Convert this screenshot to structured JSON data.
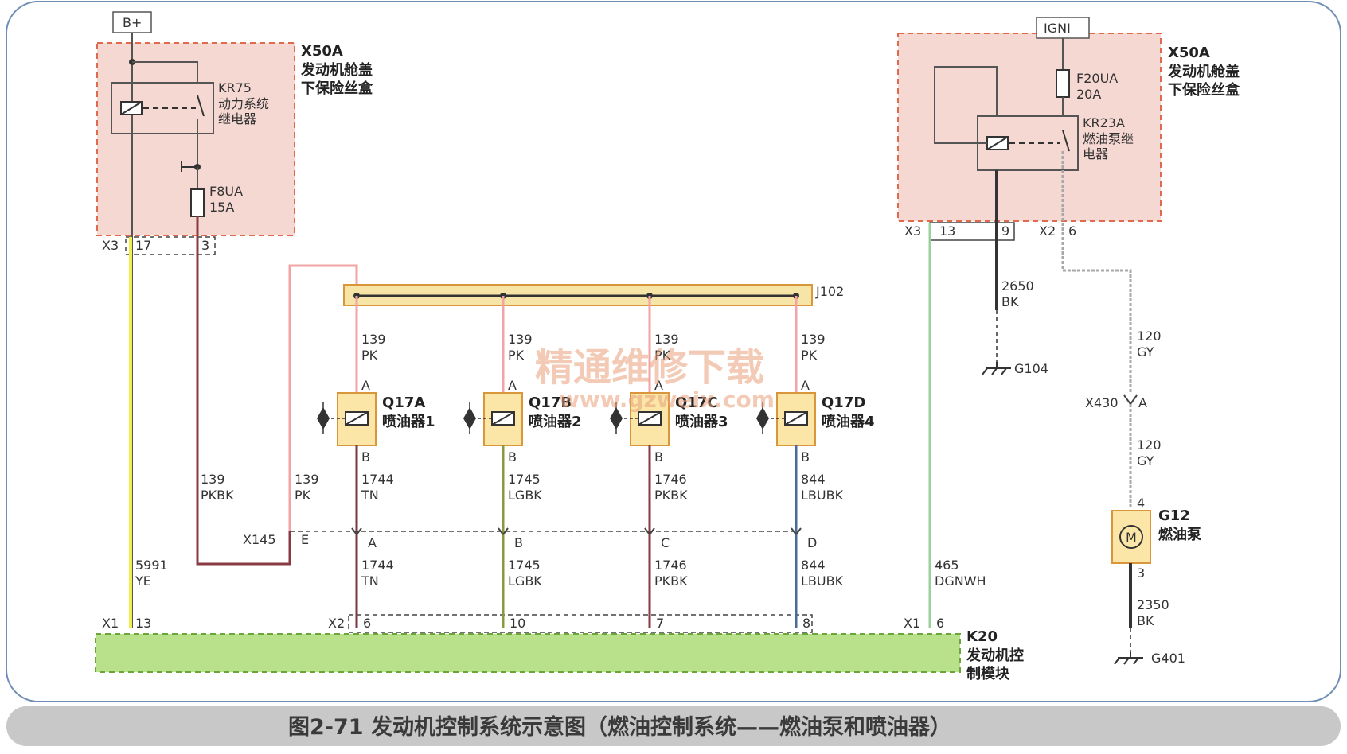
{
  "fuse_box_left": {
    "supply": "B+",
    "id": "X50A",
    "name_line1": "发动机舱盖",
    "name_line2": "下保险丝盒",
    "relay_id": "KR75",
    "relay_line1": "动力系统",
    "relay_line2": "继电器",
    "fuse_id": "F8UA",
    "fuse_rating": "15A",
    "conn": "X3",
    "pin_a": "17",
    "pin_b": "3"
  },
  "fuse_box_right": {
    "supply": "IGNI",
    "id": "X50A",
    "name_line1": "发动机舱盖",
    "name_line2": "下保险丝盒",
    "fuse_id": "F20UA",
    "fuse_rating": "20A",
    "relay_id": "KR23A",
    "relay_line1": "燃油泵继",
    "relay_line2": "电器",
    "conn_a": "X3",
    "pin_a": "13",
    "pin_b": "9",
    "conn_b": "X2",
    "pin_c": "6"
  },
  "splice": "J102",
  "injectors": [
    {
      "id": "Q17A",
      "name": "喷油器1",
      "in_circuit": "139",
      "in_color": "PK",
      "pin_a": "A",
      "pin_b": "B",
      "out_circuit": "1744",
      "out_color": "TN",
      "x145_pin": "A",
      "low_circuit": "1744",
      "low_color": "TN",
      "x2_pin": "6"
    },
    {
      "id": "Q17B",
      "name": "喷油器2",
      "in_circuit": "139",
      "in_color": "PK",
      "pin_a": "A",
      "pin_b": "B",
      "out_circuit": "1745",
      "out_color": "LGBK",
      "x145_pin": "B",
      "low_circuit": "1745",
      "low_color": "LGBK",
      "x2_pin": "10"
    },
    {
      "id": "Q17C",
      "name": "喷油器3",
      "in_circuit": "139",
      "in_color": "PK",
      "pin_a": "A",
      "pin_b": "B",
      "out_circuit": "1746",
      "out_color": "PKBK",
      "x145_pin": "C",
      "low_circuit": "1746",
      "low_color": "PKBK",
      "x2_pin": "7"
    },
    {
      "id": "Q17D",
      "name": "喷油器4",
      "in_circuit": "139",
      "in_color": "PK",
      "pin_a": "A",
      "pin_b": "B",
      "out_circuit": "844",
      "out_color": "LBUBK",
      "x145_pin": "D",
      "low_circuit": "844",
      "low_color": "LBUBK",
      "x2_pin": "8"
    }
  ],
  "wires": {
    "feed_circuit": "139",
    "feed_color": "PKBK",
    "pk_circuit": "139",
    "pk_color": "PK",
    "ye_circuit": "5991",
    "ye_color": "YE",
    "bk_circuit": "2650",
    "bk_color": "BK",
    "ground_1": "G104",
    "gy_circuit": "120",
    "gy_color": "GY",
    "gy2_circuit": "120",
    "gy2_color": "GY",
    "dg_circuit": "465",
    "dg_color": "DGNWH",
    "pump_gnd_circuit": "2350",
    "pump_gnd_color": "BK",
    "ground_2": "G401"
  },
  "connectors": {
    "x145": "X145",
    "x145_e": "E",
    "x430": "X430",
    "x430_pin": "A",
    "x1_left": "X1",
    "x1_left_pin": "13",
    "x2": "X2",
    "x1_right": "X1",
    "x1_right_pin": "6"
  },
  "pump": {
    "id": "G12",
    "name": "燃油泵",
    "pin_top": "4",
    "pin_bottom": "3",
    "symbol": "M"
  },
  "ecm": {
    "id": "K20",
    "name_line1": "发动机控",
    "name_line2": "制模块"
  },
  "watermark": {
    "line1": "精通维修下载",
    "line2": "www.gzweix.com"
  },
  "caption": "图2-71  发动机控制系统示意图（燃油控制系统——燃油泵和喷油器）",
  "colors": {
    "frame": "#6f8fb5",
    "fuse_box_fill": "#f6d8d3",
    "fuse_box_border": "#e06a4e",
    "splice_fill": "#f7e5a8",
    "splice_border": "#d9963a",
    "component_fill": "#fbe6a8",
    "ecm_fill": "#b9e08a",
    "ye": "#f3ef4a",
    "pk": "#f2a3a3",
    "pkbk": "#8a3a42",
    "tn": "#7a3a44",
    "lgbk": "#8a9a3a",
    "lbubk": "#4a6a9a",
    "dgnwh": "#9ccf9c",
    "gy": "#a8a8a8",
    "bk": "#333333"
  }
}
